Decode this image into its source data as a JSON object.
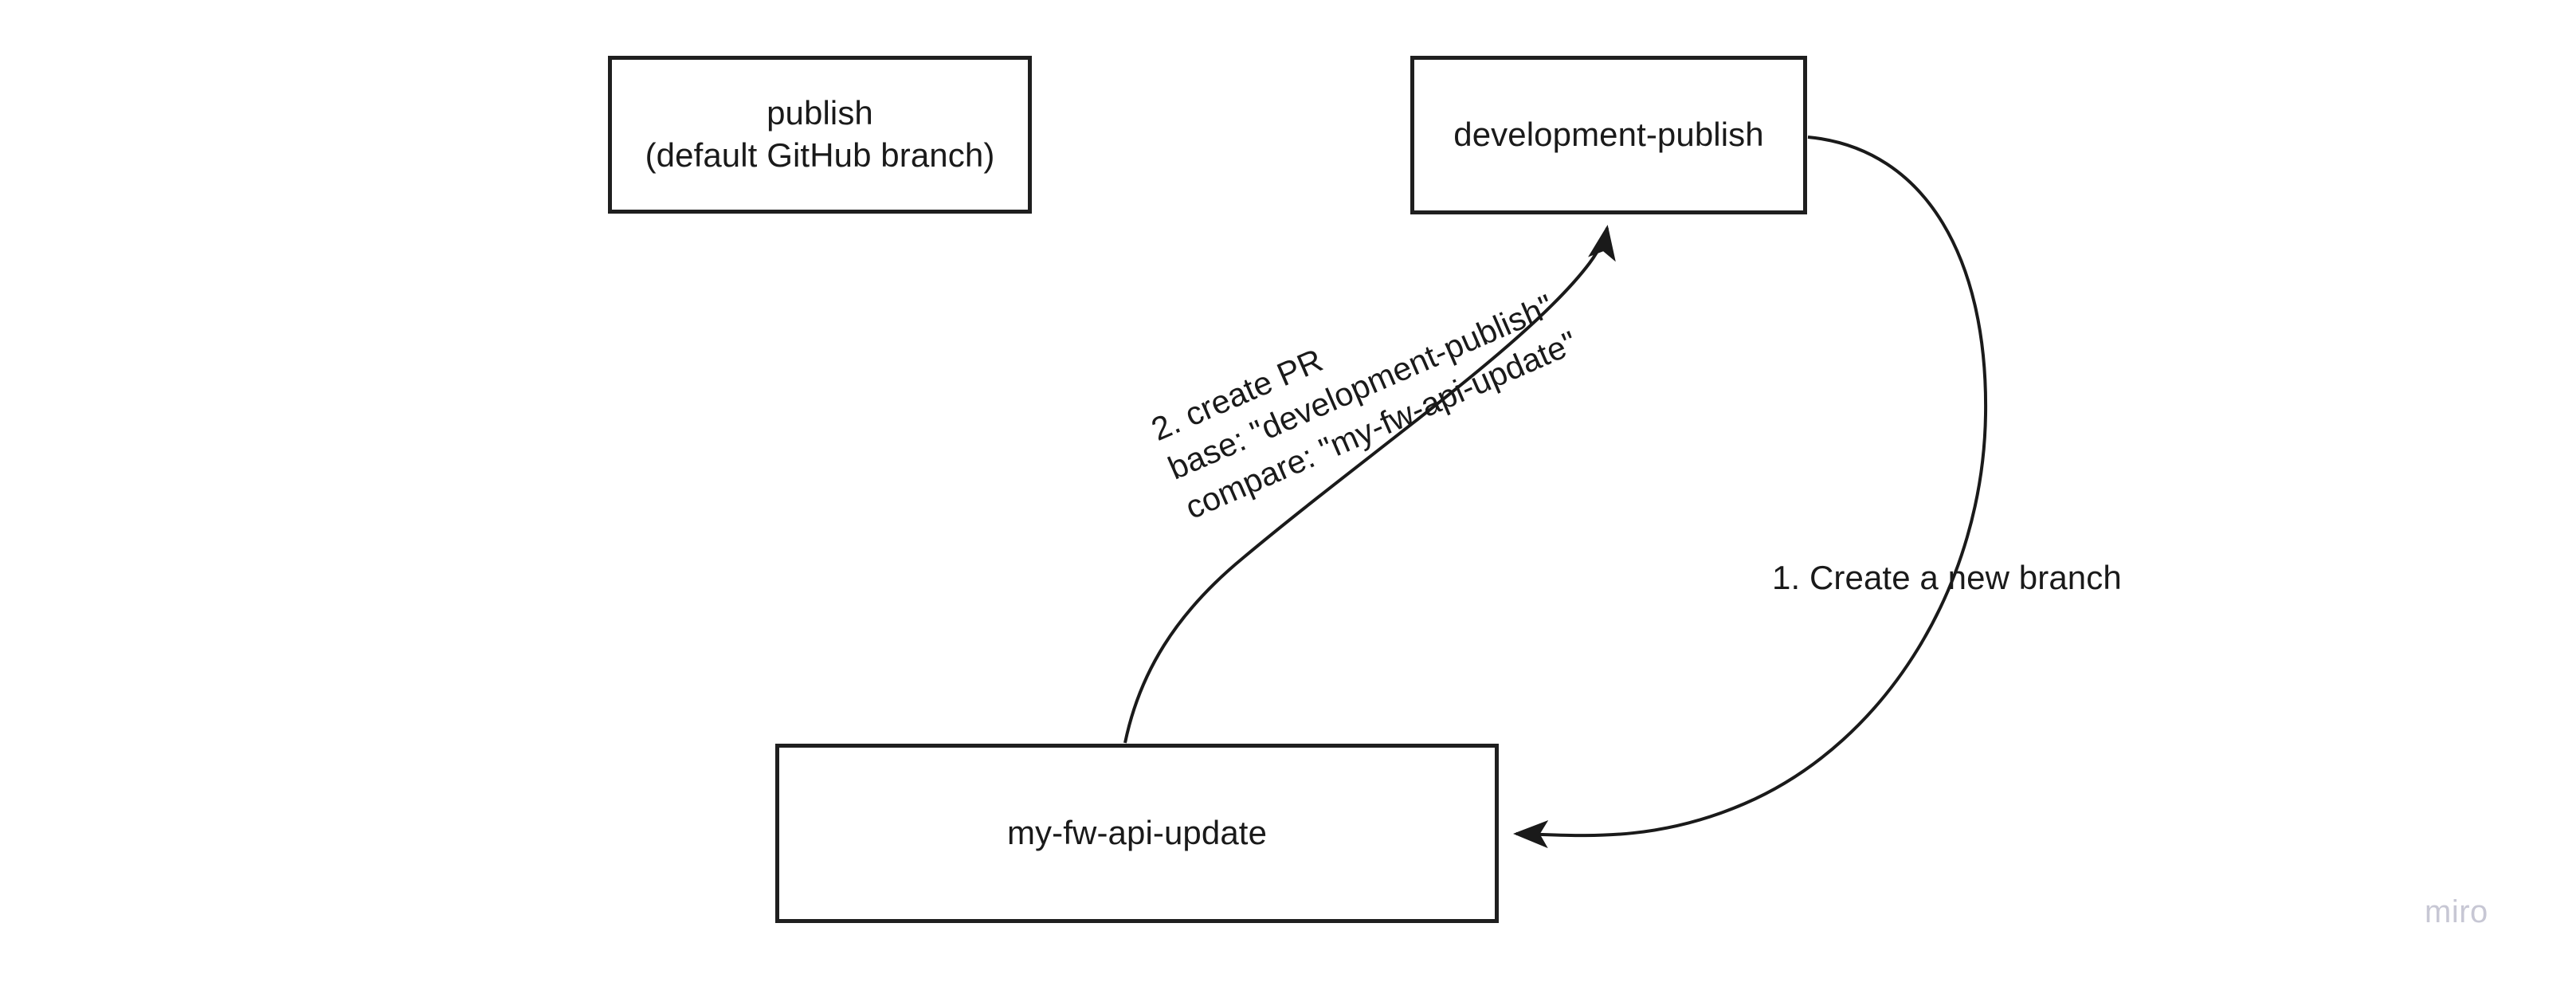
{
  "diagram": {
    "title": "GitHub branch and pull request workflow",
    "background_color": "#ffffff",
    "node_border_color": "#1f1f1f",
    "text_color": "#1a1a1a",
    "nodes": [
      {
        "id": "publish",
        "label": "publish\n(default GitHub branch)"
      },
      {
        "id": "development-publish",
        "label": "development-publish"
      },
      {
        "id": "my-fw-api-update",
        "label": "my-fw-api-update"
      }
    ],
    "edges": [
      {
        "id": "create-branch",
        "from": "development-publish",
        "to": "my-fw-api-update",
        "label": "1. Create a new branch"
      },
      {
        "id": "create-pr",
        "from": "my-fw-api-update",
        "to": "development-publish",
        "label": "2. create PR\nbase: \"development-publish\"\ncompare: \"my-fw-api-update\""
      }
    ]
  },
  "watermark": {
    "text": "miro",
    "color": "#c7c7d4"
  }
}
